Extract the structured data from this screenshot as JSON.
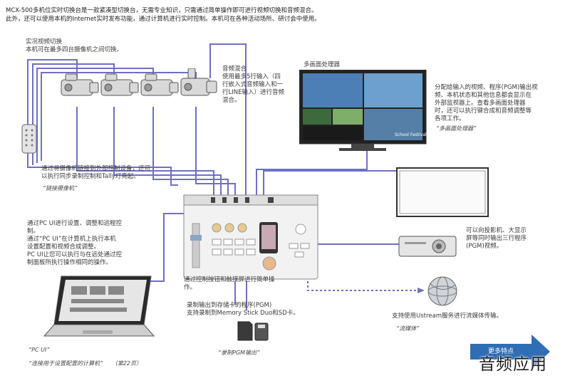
{
  "header": {
    "line1": "MCX-500多机位实时切换台是一款紧凑型切换台，无需专业知识，只需通过简单操作即可进行视频切换和音频混合。",
    "line2": "此外，还可以使用本机的Internet实时发布功能，通过计算机进行实时控制。本机可在各种活动场所、研讨会中使用。"
  },
  "camera_switch": {
    "title": "实况视频切换",
    "desc": "本机可在最多四台摄像机之间切换。"
  },
  "audio_mix": {
    "lines": [
      "音频混合",
      "使用最多5行输入（四",
      "行嵌入式音频输入和一",
      "行LINE输入）进行音频",
      "混合。"
    ]
  },
  "multiview": {
    "title": "多画面处理器",
    "desc": [
      "分配给输入的视频、程序(PGM)输出视",
      "频、本机状态和其他信息都会显示在",
      "外部监视器上。查看多画面处理器",
      "时，还可以执行键合成和音频调整等",
      "各项工作。"
    ],
    "caption": "“多画面处理器”",
    "screen_text": "School Festival"
  },
  "link_camera": {
    "desc": [
      "通过将摄像机链接到外部控制设备，还可",
      "以执行同步录制控制和Tally灯亮起。"
    ],
    "caption": "“链接摄像机”"
  },
  "pc_ui": {
    "desc": [
      "通过PC UI进行设置、调整和远程控",
      "制。",
      "通过“PC UI”在计算机上执行本机",
      "设置配置和视频合成调整。",
      "PC UI让您可以执行与在远处通过控",
      "制面板所执行操作相同的操作。"
    ],
    "caption": "“PC UI”",
    "caption2": "“连接用于设置配置的计算机”",
    "page_ref": "（第22页）"
  },
  "projector": {
    "desc": [
      "可以向投影机、大显示",
      "屏等同时输出三行程序",
      "(PGM)视频。"
    ]
  },
  "control": {
    "desc": [
      "通过控制按钮和触摸屏进行简单操",
      "作。"
    ]
  },
  "record": {
    "desc": [
      "录制输出到存储卡的程序(PGM)",
      "支持录制到Memory Stick Duo和SD卡。"
    ],
    "caption": "“录制PGM输出”"
  },
  "stream": {
    "desc": "支持使用Ustream服务进行流媒体传输。",
    "caption": "“流媒体”"
  },
  "more_button": "更多特点",
  "watermark": "音频应用"
}
